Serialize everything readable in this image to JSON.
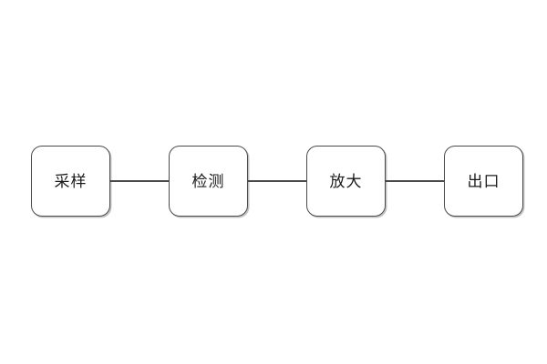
{
  "diagram": {
    "type": "flowchart",
    "direction": "left-to-right",
    "background_color": "#ffffff",
    "node_border_color": "#4a4a4a",
    "node_fill_color": "#ffffff",
    "connector_color": "#4a4a4a",
    "text_color": "#1a1a1a",
    "nodes": [
      {
        "id": "sampling",
        "label": "采样"
      },
      {
        "id": "detection",
        "label": "检测"
      },
      {
        "id": "amplification",
        "label": "放大"
      },
      {
        "id": "outlet",
        "label": "出口"
      }
    ],
    "edges": [
      {
        "from": "sampling",
        "to": "detection"
      },
      {
        "from": "detection",
        "to": "amplification"
      },
      {
        "from": "amplification",
        "to": "outlet"
      }
    ]
  }
}
